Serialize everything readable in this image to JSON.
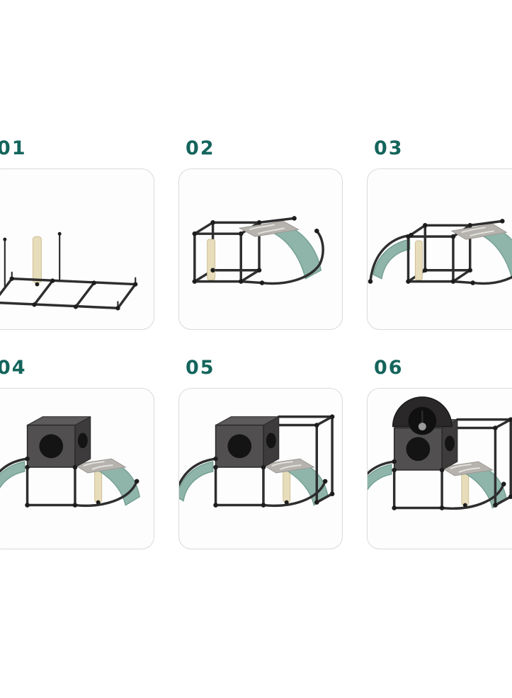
{
  "steps": [
    {
      "number": "01",
      "illustration": "base-frame-with-scratching-post"
    },
    {
      "number": "02",
      "illustration": "cube-frame-platform-right-ramp"
    },
    {
      "number": "03",
      "illustration": "left-arch-hammock-added"
    },
    {
      "number": "04",
      "illustration": "cat-house-cube-with-platform"
    },
    {
      "number": "05",
      "illustration": "house-with-right-upper-frame"
    },
    {
      "number": "06",
      "illustration": "complete-with-dome-top"
    }
  ],
  "colors": {
    "accent": "#14655c",
    "frame": "#2e2e2e",
    "fabric": "#8fb5aa",
    "post": "#e7ddba",
    "marble": "#b6b3ae",
    "panel_border": "#dadada",
    "panel_bg": "#fdfdfd"
  }
}
